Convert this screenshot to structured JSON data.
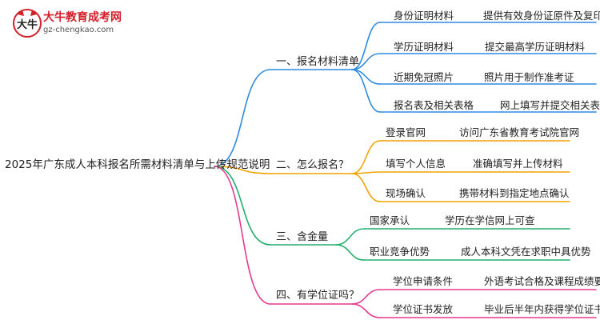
{
  "logo": {
    "title": "大牛教育成考网",
    "url": "gz-chengkao.com",
    "mark_text": "大牛"
  },
  "root": "2025年广东成人本科报名所需材料清单与上传规范说明",
  "branches": [
    {
      "label": "一、报名材料清单",
      "color": "#2f8be0",
      "items": [
        {
          "name": "身份证明材料",
          "detail": "提供有效身份证原件及复印件"
        },
        {
          "name": "学历证明材料",
          "detail": "提交最高学历证明材料"
        },
        {
          "name": "近期免冠照片",
          "detail": "照片用于制作准考证"
        },
        {
          "name": "报名表及相关表格",
          "detail": "网上填写并提交相关表格"
        }
      ]
    },
    {
      "label": "二、怎么报名？",
      "color": "#f0a400",
      "items": [
        {
          "name": "登录官网",
          "detail": "访问广东省教育考试院官网"
        },
        {
          "name": "填写个人信息",
          "detail": "准确填写并上传材料"
        },
        {
          "name": "现场确认",
          "detail": "携带材料到指定地点确认"
        }
      ]
    },
    {
      "label": "三、含金量",
      "color": "#21b06a",
      "items": [
        {
          "name": "国家承认",
          "detail": "学历在学信网上可查"
        },
        {
          "name": "职业竞争优势",
          "detail": "成人本科文凭在求职中具优势"
        }
      ]
    },
    {
      "label": "四、有学位证吗？",
      "color": "#e83a8f",
      "items": [
        {
          "name": "学位申请条件",
          "detail": "外语考试合格及课程成绩要求"
        },
        {
          "name": "学位证书发放",
          "detail": "毕业后半年内获得学位证书"
        }
      ]
    }
  ]
}
